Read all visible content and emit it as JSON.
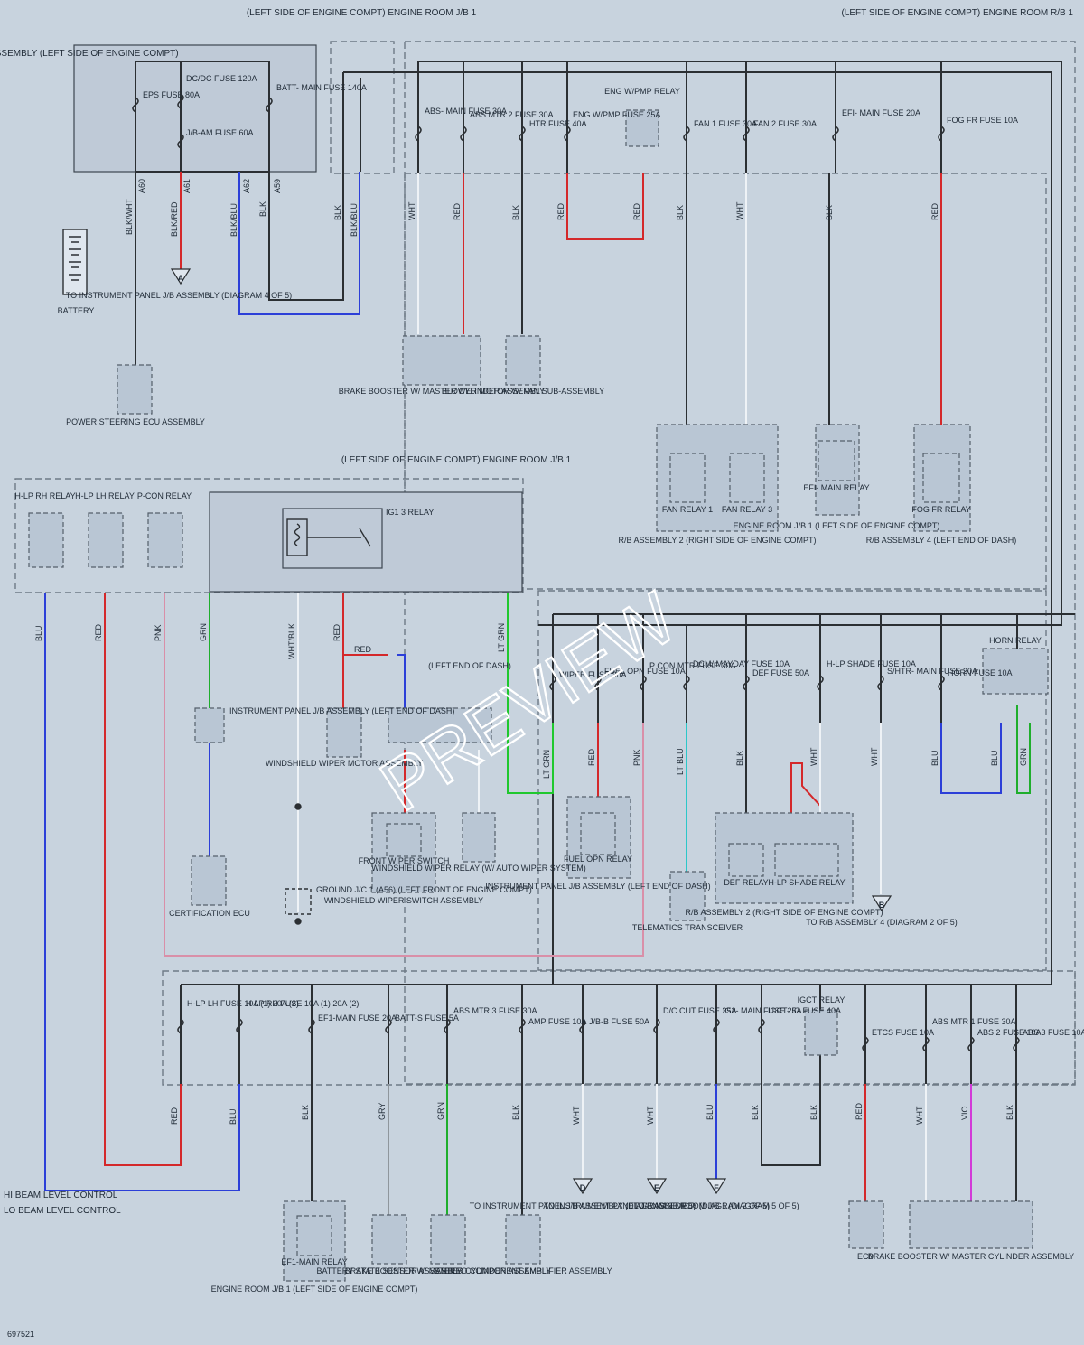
{
  "diagram_id": "697521",
  "watermark": "PREVIEW",
  "colors": {
    "background": "#c8d3de",
    "blk": "#2b2f33",
    "red": "#d4282a",
    "blu": "#2c3fd8",
    "grn": "#1fae2c",
    "ltgrn": "#20c82e",
    "ltblu": "#2cc7c9",
    "pnk": "#d98fa8",
    "wht": "#eef2f6",
    "gry": "#8f969c",
    "vio": "#d23ad8"
  },
  "regions": {
    "jb1_top": "(LEFT SIDE OF ENGINE COMPT) ENGINE ROOM J/B 1",
    "rb1_top": "(LEFT SIDE OF ENGINE COMPT) ENGINE ROOM R/B 1",
    "jb1_mid": "(LEFT SIDE OF ENGINE COMPT) ENGINE ROOM J/B 1",
    "fusible_link": "FUSIBLE LINK BLOCK ASSEMBLY (LEFT SIDE OF ENGINE COMPT)",
    "left_end_dash": "(LEFT END OF DASH)"
  },
  "fusible_link": {
    "eps": "EPS FUSE 80A",
    "dcdc": "DC/DC FUSE 120A",
    "batt_main": "BATT- MAIN FUSE 140A",
    "jbam": "J/B-AM FUSE 60A",
    "pins": [
      "A60",
      "A61",
      "A62",
      "A59"
    ]
  },
  "battery": "BATTERY",
  "to_ipjb_a": "TO INSTRUMENT PANEL J/B ASSEMBLY (DIAGRAM 4 OF 5)",
  "power_steering": "POWER STEERING ECU ASSEMBLY",
  "rb1_fuses": [
    "ABS- MAIN FUSE 30A",
    "ABS MTR 2 FUSE 30A",
    "HTR FUSE 40A",
    "ENG W/PMP FUSE 25A",
    "ENG W/PMP RELAY",
    "FAN 1 FUSE 30A",
    "FAN 2 FUSE 30A",
    "EFI- MAIN FUSE 20A",
    "FOG FR FUSE 10A"
  ],
  "components_top": {
    "brake_booster": "BRAKE BOOSTER W/ MASTER CYLINDER ASSEMBLY",
    "blower": "BLOWER MOTOR W/ FAN SUB-ASSEMBLY",
    "fan_relay1": "FAN RELAY 1",
    "fan_relay3": "FAN RELAY 3",
    "rb2": "R/B ASSEMBLY 2 (RIGHT SIDE OF ENGINE COMPT)",
    "efi_relay": "EFI- MAIN RELAY",
    "efi_relay_loc": "ENGINE ROOM J/B 1 (LEFT SIDE OF ENGINE COMPT)",
    "fog_relay": "FOG FR RELAY",
    "rb4": "R/B ASSEMBLY 4 (LEFT END OF DASH)"
  },
  "mid_relays": {
    "hlp_rh": "H-LP RH RELAY",
    "hlp_lh": "H-LP LH RELAY",
    "pcon": "P-CON RELAY",
    "ig13": "IG1 3 RELAY"
  },
  "mid_components": {
    "ipjb_left_end": "INSTRUMENT PANEL J/B ASSEMBLY (LEFT END OF DASH)",
    "cert_ecu": "CERTIFICATION ECU",
    "ground": "GROUND J/C 1 (A56) (LEFT FRONT OF ENGINE COMPT)",
    "wiper_motor": "WINDSHIELD WIPER MOTOR ASSEMBLY",
    "front_wiper_switch": "FRONT WIPER SWITCH",
    "wiper_switch_assy": "WINDSHIELD WIPER SWITCH ASSEMBLY",
    "wiper_relay": "WINDSHIELD WIPER RELAY (W/ AUTO WIPER SYSTEM)",
    "fuel_opn_relay": "FUEL OPN RELAY",
    "ipjb_fuel": "INSTRUMENT PANEL J/B ASSEMBLY (LEFT END OF DASH)",
    "telematics": "TELEMATICS TRANSCEIVER",
    "def_relay": "DEF RELAY",
    "hlp_shade_relay": "H-LP SHADE RELAY",
    "rb2b": "R/B ASSEMBLY 2 (RIGHT SIDE OF ENGINE COMPT)",
    "to_rb4": "TO R/B ASSEMBLY 4 (DIAGRAM 2 OF 5)",
    "horn_relay": "HORN RELAY"
  },
  "mid_fuses": [
    "WIPER FUSE 30A",
    "FUEL OPN FUSE 10A",
    "P CON MTR FUSE 30A",
    "DCM/ MAYDAY FUSE 10A",
    "DEF FUSE 50A",
    "H-LP SHADE FUSE 10A",
    "S/HTR- MAIN FUSE 20A",
    "HORN FUSE 10A"
  ],
  "bottom_fuses": [
    "H-LP LH FUSE 10A (1) 20A (2)",
    "H-LP RH FUSE 10A (1) 20A (2)",
    "EF1-MAIN FUSE 20A",
    "BATT-S FUSE 5A",
    "ABS MTR 3 FUSE 30A",
    "AMP FUSE 10A",
    "J/B-B FUSE 50A",
    "D/C CUT FUSE 25A",
    "IG2- MAIN FUSE 25A",
    "IGCT- IG FUSE 40A",
    "IGCT RELAY",
    "ETCS FUSE 10A",
    "ABS MTR 1 FUSE 30A",
    "ABS 2 FUSE 10A",
    "ABS 3 FUSE 10A"
  ],
  "bottom_components": {
    "beam1": "HI BEAM LEVEL CONTROL",
    "beam2": "LO BEAM LEVEL CONTROL",
    "ef1_relay": "EF1-MAIN RELAY",
    "ef1_loc": "ENGINE ROOM J/B 1 (LEFT SIDE OF ENGINE COMPT)",
    "batt_sensor": "BATTERY STATE SENSOR ASSEMBLY",
    "brake_booster2": "BRAKE BOOSTER W/ MASTER CYLINDER ASSEMBLY",
    "stereo": "STEREO COMPONENT AMPLIFIER ASSEMBLY",
    "to_ipjb_d": "TO INSTRUMENT PANEL J/B ASSEMBLY (DIAGRAM 3 OF 5)",
    "to_ipjb_e": "TO INSTRUMENT PANEL J/B ASSEMBLY (DIAGRAM 2 OF 5)",
    "to_erjb_f": "TO ENGINE ROOM J/B 1 (DIAGRAM 5 OF 5)",
    "ecm": "ECM",
    "brake_booster3": "BRAKE BOOSTER W/ MASTER CYLINDER ASSEMBLY"
  },
  "wire_colors": {
    "blk_wht": "BLK/WHT",
    "blk_red": "BLK/RED",
    "blk_blu": "BLK/BLU",
    "blk": "BLK",
    "wht": "WHT",
    "red": "RED",
    "blu": "BLU",
    "pnk": "PNK",
    "grn": "GRN",
    "wht_blk": "WHT/BLK",
    "lt_grn": "LT GRN",
    "lt_blu": "LT BLU",
    "gry": "GRY",
    "vio": "VIO"
  },
  "connector_letters": [
    "A",
    "B",
    "D",
    "E",
    "F"
  ]
}
